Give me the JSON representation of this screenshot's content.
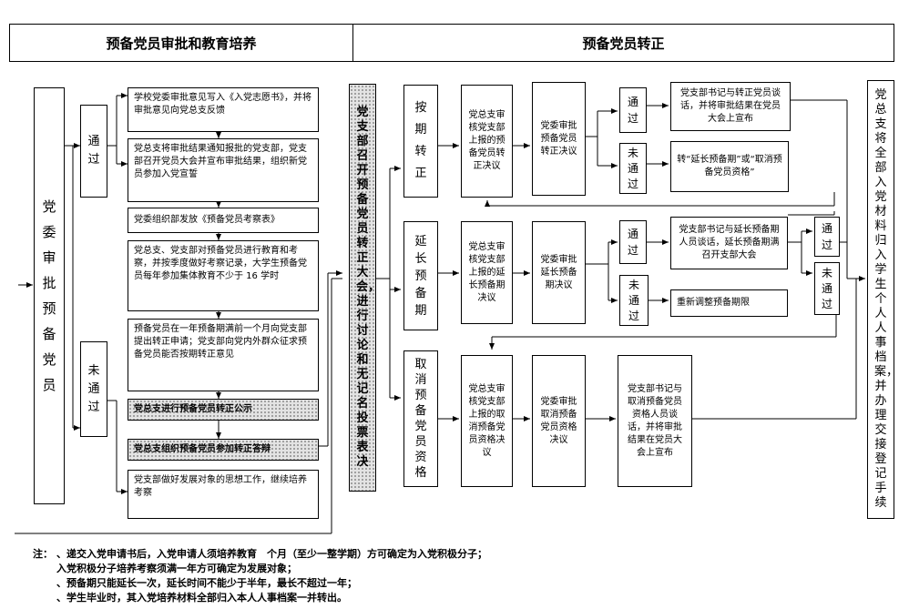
{
  "header": {
    "left": "预备党员审批和教育培养",
    "right": "预备党员转正"
  },
  "left": {
    "committee": "党委审批预备党员",
    "pass": "通过",
    "fail": "未通过",
    "steps": [
      "学校党委审批意见写入《入党志愿书》，并将审批意见向党总支反馈",
      "党总支将审批结果通知报批的党支部，党支部召开党员大会并宣布审批结果，组织新党员参加入党宣誓",
      "党委组织部发放《预备党员考察表》",
      "党总支、党支部对预备党员进行教育和考察，并按季度做好考察记录，大学生预备党员每年参加集体教育不少于 16 学时",
      "预备党员在一年预备期满前一个月向党支部提出转正申请；党支部向党内外群众征求预备党员能否按期转正意见",
      "党总支进行预备党员转正公示",
      "党总支组织预备党员参加转正答辩"
    ],
    "fail_step": "党支部做好发展对象的思想工作，继续培养考察"
  },
  "center": {
    "meeting": "党支部召开预备党员转正大会，进行讨论和无记名投票表决"
  },
  "right": {
    "row1": {
      "label": "按期转正",
      "branch": "党总支审核党支部上报的预备党员转正决议",
      "committee": "党委审批预备党员转正决议",
      "pass": "通过",
      "pass_result": "党支部书记与转正党员谈话，并将审批结果在党员大会上宣布",
      "fail": "未通过",
      "fail_result": "转“延长预备期”或“取消预备党员资格”"
    },
    "row2": {
      "label": "延长预备期",
      "branch": "党总支审核党支部上报的延长预备期决议",
      "committee": "党委审批延长预备期决议",
      "pass": "通过",
      "pass_result": "党支部书记与延长预备期人员谈话，延长预备期满召开支部大会",
      "fail": "未通过",
      "fail_result": "重新调整预备期限",
      "pass2": "通过",
      "fail2": "未通过"
    },
    "row3": {
      "label": "取消预备党员资格",
      "branch": "党总支审核党支部上报的取消预备党员资格决议",
      "committee": "党委审批取消预备党员资格决议",
      "result": "党支部书记与取消预备党员资格人员谈话，并将审批结果在党员大会上宣布"
    },
    "archive": "党总支将全部入党材料归入学生个人人事档案，并办理交接登记手续"
  },
  "notes": {
    "label": "注：",
    "items": [
      "、递交入党申请书后，入党申请人须培养教育　个月（至少一整学期）方可确定为入党积极分子；",
      "入党积极分子培养考察须满一年方可确定为发展对象；",
      "、预备期只能延长一次，延长时间不能少于半年，最长不超过一年；",
      "、学生毕业时，其入党培养材料全部归入本人人事档案一并转出。"
    ]
  }
}
